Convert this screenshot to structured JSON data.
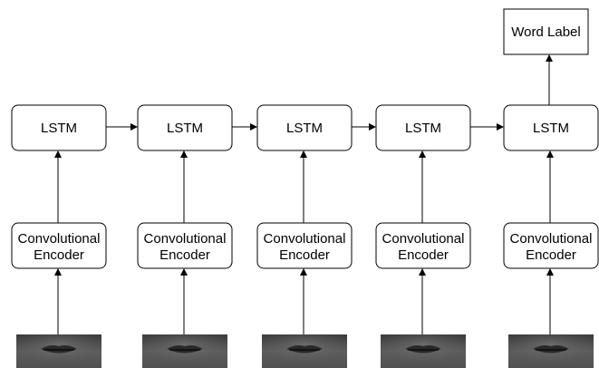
{
  "diagram": {
    "lstm_label": "LSTM",
    "encoder_label_line1": "Convolutional",
    "encoder_label_line2": "Encoder",
    "output_label": "Word Label",
    "timesteps": 5,
    "colors": {
      "stroke": "#000000",
      "box_fill": "#ffffff",
      "text": "#000000",
      "frame_skin": "#4a4a4a",
      "frame_lips": "#1e1e1e"
    }
  }
}
